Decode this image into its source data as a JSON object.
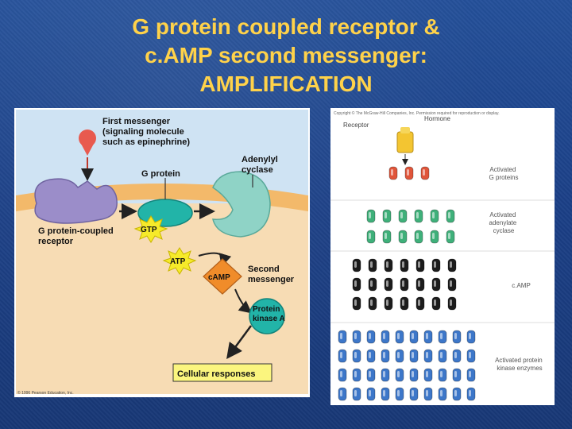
{
  "slide": {
    "title_lines": [
      "G protein coupled receptor &",
      "c.AMP second messenger:",
      "AMPLIFICATION"
    ]
  },
  "left_diagram": {
    "labels": {
      "first_messenger": [
        "First messenger",
        "(signaling molecule",
        "such as epinephrine)"
      ],
      "g_protein": "G protein",
      "adenylyl_cyclase": [
        "Adenylyl",
        "cyclase"
      ],
      "gpcr": [
        "G protein-coupled",
        "receptor"
      ],
      "gtp": "GTP",
      "atp": "ATP",
      "camp": "cAMP",
      "second_messenger": [
        "Second",
        "messenger"
      ],
      "pka": [
        "Protein",
        "kinase A"
      ],
      "cellular_responses": "Cellular responses",
      "copyright": "© 1996 Pearson Education, Inc."
    },
    "colors": {
      "extracellular": "#cfe3f3",
      "cytoplasm": "#f7dcb4",
      "membrane": "#f3b96a",
      "receptor": "#9b8dc9",
      "g_protein": "#22b4a8",
      "cyclase": "#8fd3c6",
      "star": "#f6ea2a",
      "camp": "#f08c2a",
      "response_box": "#fbf57e"
    }
  },
  "right_diagram": {
    "copyright": "Copyright © The McGraw-Hill Companies, Inc. Permission required for reproduction or display.",
    "receptor_label": "Receptor",
    "hormone_label": "Hormone",
    "rows": [
      {
        "label": [
          "Activated",
          "G proteins"
        ],
        "count": 3,
        "color": "#e0553a"
      },
      {
        "label": [
          "Activated",
          "adenylate",
          "cyclase"
        ],
        "count": 12,
        "color": "#3fb07a"
      },
      {
        "label": [
          "c.AMP"
        ],
        "count": 21,
        "color": "#1c1c1c"
      },
      {
        "label": [
          "Activated protein",
          "kinase enzymes"
        ],
        "count": 40,
        "color": "#3d77c9"
      }
    ]
  }
}
